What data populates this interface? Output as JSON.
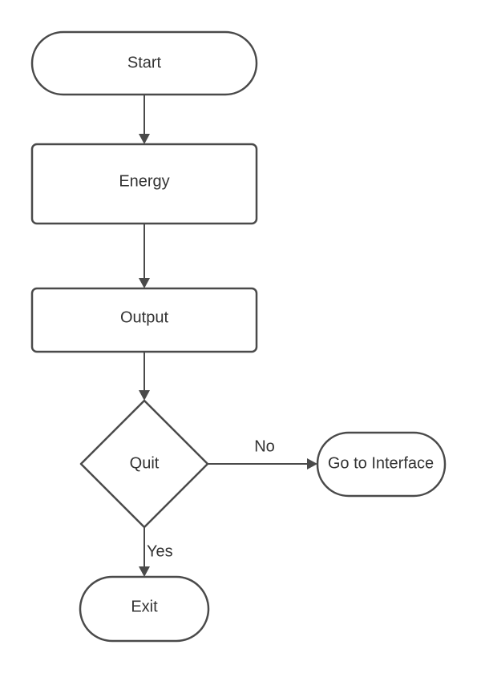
{
  "nodes": {
    "start": "Start",
    "energy": "Energy",
    "output": "Output",
    "quit": "Quit",
    "interface": "Go to Interface",
    "exit": "Exit"
  },
  "edges": {
    "no": "No",
    "yes": "Yes"
  },
  "colors": {
    "stroke": "#4a4a4a",
    "text": "#333333",
    "background": "#ffffff"
  }
}
